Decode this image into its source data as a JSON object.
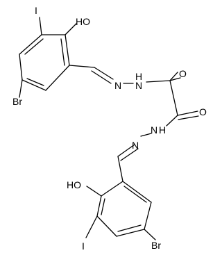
{
  "diagram": {
    "type": "chemical-structure",
    "labels": {
      "oh_top": "HO",
      "i_top": "I",
      "br_top": "Br",
      "nh_top": "N",
      "n_top": "N",
      "h_top": "H",
      "o_top": "O",
      "o_mid": "O",
      "nh_bottom": "N",
      "n_bottom": "N",
      "h_bottom": "H",
      "oh_bottom": "HO",
      "br_bottom": "Br",
      "i_bottom": "I"
    }
  }
}
